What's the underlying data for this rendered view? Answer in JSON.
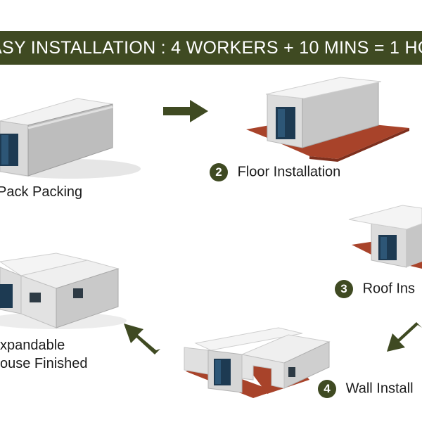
{
  "banner": {
    "text": "ASY INSTALLATION : 4 WORKERS + 10 MINS = 1 HOU"
  },
  "steps": [
    {
      "number": "",
      "line1": "Pack Packing",
      "line2": ""
    },
    {
      "number": "2",
      "line1": "Floor Installation",
      "line2": ""
    },
    {
      "number": "3",
      "line1": "Roof Ins",
      "line2": ""
    },
    {
      "number": "4",
      "line1": "Wall Install",
      "line2": ""
    },
    {
      "number": "",
      "line1": "xpandable",
      "line2": "ouse Finished"
    }
  ],
  "colors": {
    "accent": "#3f4a22",
    "floor": "#a8432a",
    "arrow": "#3f4a22"
  }
}
